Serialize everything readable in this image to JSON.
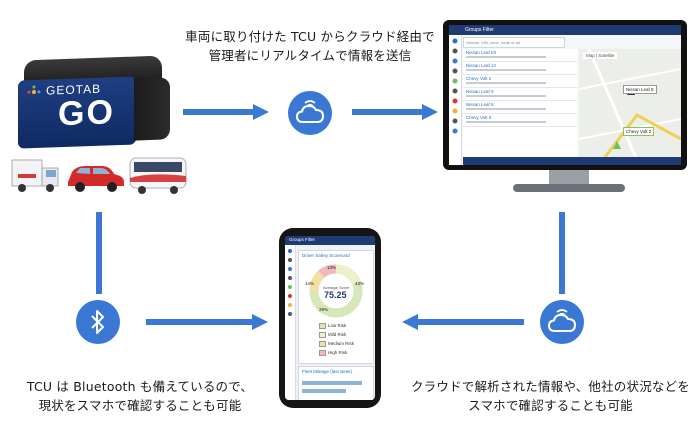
{
  "captions": {
    "top_line1": "車両に取り付けた TCU からクラウド経由で",
    "top_line2": "管理者にリアルタイムで情報を送信",
    "bottom_left_line1": "TCU は Bluetooth も備えているので、",
    "bottom_left_line2": "現状をスマホで確認することも可能",
    "bottom_right_line1": "クラウドで解析された情報や、他社の状況などを",
    "bottom_right_line2": "スマホで確認することも可能"
  },
  "device": {
    "brand": "GEOTAB",
    "model": "GO"
  },
  "icons": {
    "cloud_top": "cloud-wifi-icon",
    "cloud_right": "cloud-wifi-icon",
    "bluetooth": "bluetooth-icon"
  },
  "vehicles": [
    "truck",
    "car",
    "bus"
  ],
  "monitor": {
    "group_filter": "Groups Filter",
    "search_placeholder": "Vehicle, VIN, zone, route or ad",
    "list_items": [
      "Nissan Leaf 03",
      "Nissan Leaf 12",
      "Chevy Volt 2",
      "Nissan Leaf 9",
      "Nissan Leaf 5",
      "Chevy Volt 3"
    ],
    "map_tab": "Map | Satellite",
    "map_label_1": "Nissan Leaf 8",
    "map_label_2": "Chevy Volt 2"
  },
  "phone": {
    "group_filter": "Groups Filter",
    "card_title": "Driver Safety Scorecard",
    "average_label": "Average Score",
    "average_value": "75.25",
    "pct_top": "13%",
    "pct_right": "43%",
    "pct_left": "14%",
    "pct_bottom": "29%",
    "legend": [
      "Low Risk",
      "Mild Risk",
      "Medium Risk",
      "High Risk"
    ],
    "card2_title": "Fleet Mileage (last week)"
  },
  "colors": {
    "accent": "#3b78d4",
    "low_risk": "#d6e7b9",
    "mild_risk": "#eef0c8",
    "medium_risk": "#f6dfa6",
    "high_risk": "#f3b8bd"
  }
}
